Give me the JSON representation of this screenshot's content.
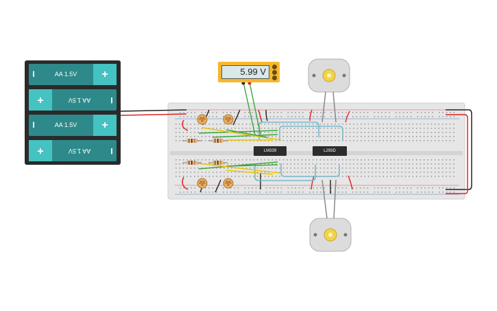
{
  "battery_pack": {
    "cells": [
      {
        "label": "AA 1.5V",
        "orientation": "normal"
      },
      {
        "label": "AA 1.5V",
        "orientation": "flipped"
      },
      {
        "label": "AA 1.5V",
        "orientation": "normal"
      },
      {
        "label": "AA 1.5V",
        "orientation": "flipped"
      }
    ],
    "plus_symbol": "+",
    "minus_symbol": "I"
  },
  "multimeter": {
    "reading": "5.99 V"
  },
  "chips": {
    "left": "LM339",
    "right": "L293D"
  },
  "colors": {
    "wire_red": "#e02020",
    "wire_black": "#222222",
    "wire_green": "#3aa63a",
    "wire_yellow": "#e8c400",
    "wire_blue": "#7ab8cc",
    "wire_gray": "#888888",
    "breadboard": "#e6e6e6",
    "battery_teal": "#2e8a8a",
    "battery_plus": "#45c2c2",
    "meter_body": "#f5b82e",
    "motor_hub": "#f2d34a"
  },
  "icons": [
    "battery-icon",
    "multimeter-icon",
    "motor-icon",
    "photoresistor-icon",
    "resistor-icon",
    "chip-icon"
  ]
}
